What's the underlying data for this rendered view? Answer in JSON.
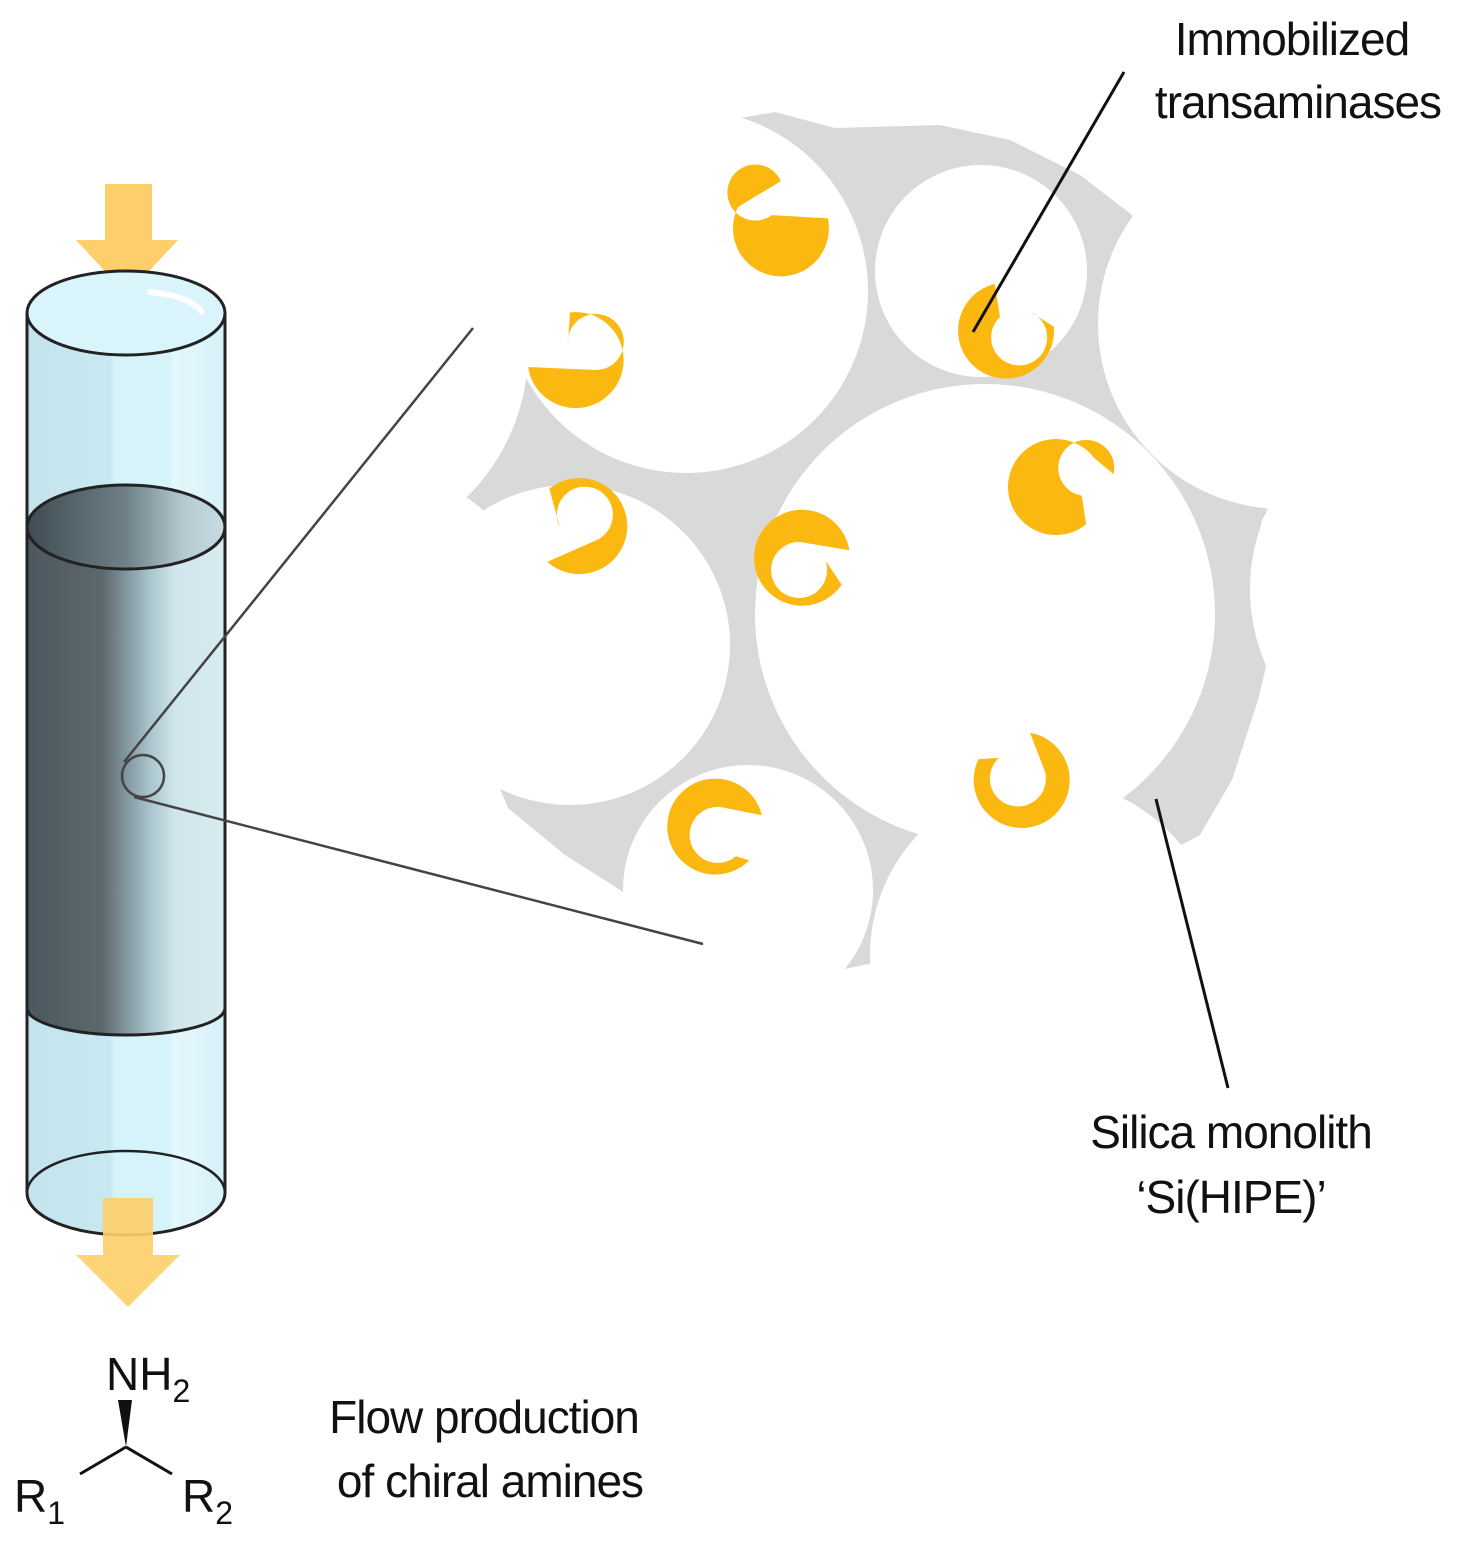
{
  "labels": {
    "enzyme_line1": "Immobilized",
    "enzyme_line2": "transaminases",
    "support_line1": "Silica monolith",
    "support_line2": "‘Si(HIPE)’",
    "product_line1": "Flow production",
    "product_line2": "of chiral amines"
  },
  "structure": {
    "nh": "NH",
    "nh_sub": "2",
    "r1": "R",
    "r1_sub": "1",
    "r2": "R",
    "r2_sub": "2"
  },
  "colors": {
    "flow_arrow": "#fccf6a",
    "column_glass": "#cdeef8",
    "packed_bed": "#4f5b62",
    "silica": "#d9d9d9",
    "enzyme": "#fbb811",
    "ink": "#111111"
  },
  "icons": {
    "enzyme": "crescent-enzyme-icon",
    "inlet": "down-arrow-icon",
    "outlet": "down-arrow-icon"
  }
}
